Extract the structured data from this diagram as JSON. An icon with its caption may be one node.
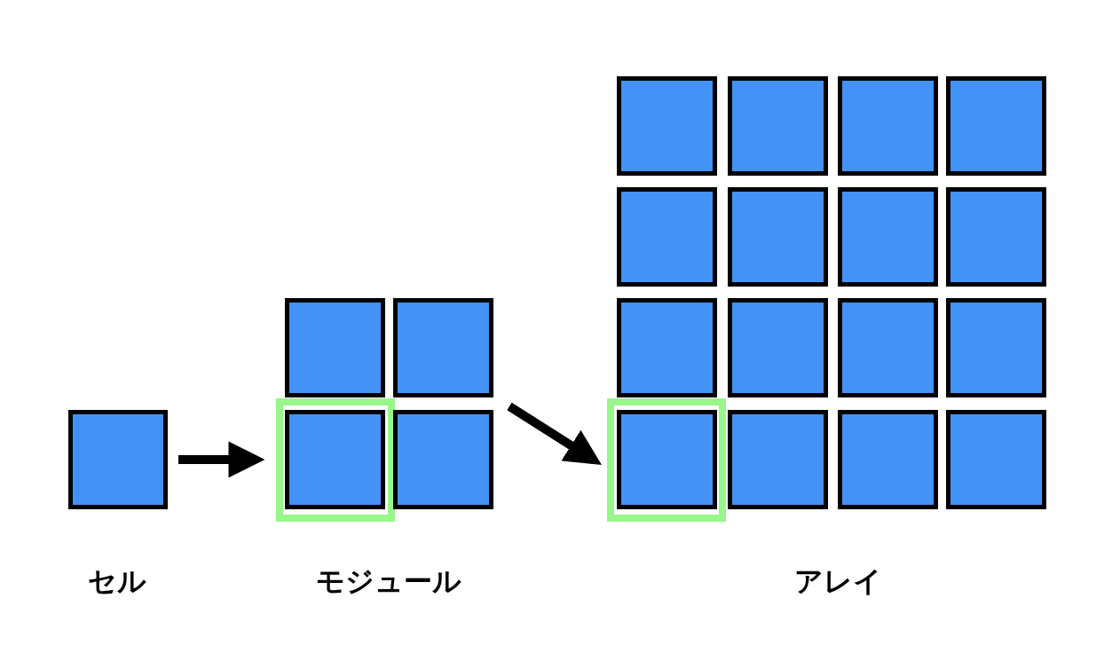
{
  "diagram": {
    "nodes": [
      {
        "text": [
          "セル"
        ]
      },
      {
        "text": [
          "モジュール"
        ]
      },
      {
        "text": [],
        "shape": "box",
        "in": 1
      },
      {
        "text": [],
        "shape": "box",
        "in": 1
      },
      {
        "text": [],
        "shape": "box",
        "in": 1
      },
      {
        "text": [],
        "shape": "box",
        "in": 4
      },
      {
        "text": [],
        "shape": "box",
        "in": 1
      },
      {
        "text": [
          "アレイ"
        ]
      },
      {
        "text": [],
        "shape": "box",
        "in": 7
      },
      {
        "text": [],
        "shape": "box",
        "in": 7
      },
      {
        "text": [],
        "shape": "box",
        "in": 7
      },
      {
        "text": [],
        "shape": "box",
        "in": 7
      },
      {
        "text": [],
        "shape": "box",
        "in": 7
      },
      {
        "text": [],
        "shape": "box",
        "in": 7
      },
      {
        "text": [],
        "shape": "box",
        "in": 7
      },
      {
        "text": [],
        "shape": "box",
        "in": 7
      },
      {
        "text": [],
        "shape": "box",
        "in": 7
      },
      {
        "text": [],
        "shape": "box",
        "in": 7
      },
      {
        "text": [],
        "shape": "box",
        "in": 7
      },
      {
        "text": [],
        "shape": "box",
        "in": 7
      },
      {
        "text": [],
        "shape": "box",
        "in": 7
      },
      {
        "text": [],
        "shape": "box",
        "in": 20
      },
      {
        "text": [],
        "shape": "box",
        "in": 7
      },
      {
        "text": [],
        "shape": "box",
        "in": 7
      },
      {
        "text": [],
        "shape": "box",
        "in": 7
      }
    ],
    "edges": [
      {
        "from": 0,
        "to": 4,
        "arrow": "to"
      },
      {
        "from": 1,
        "to": 20,
        "arrow": "to"
      }
    ]
  }
}
